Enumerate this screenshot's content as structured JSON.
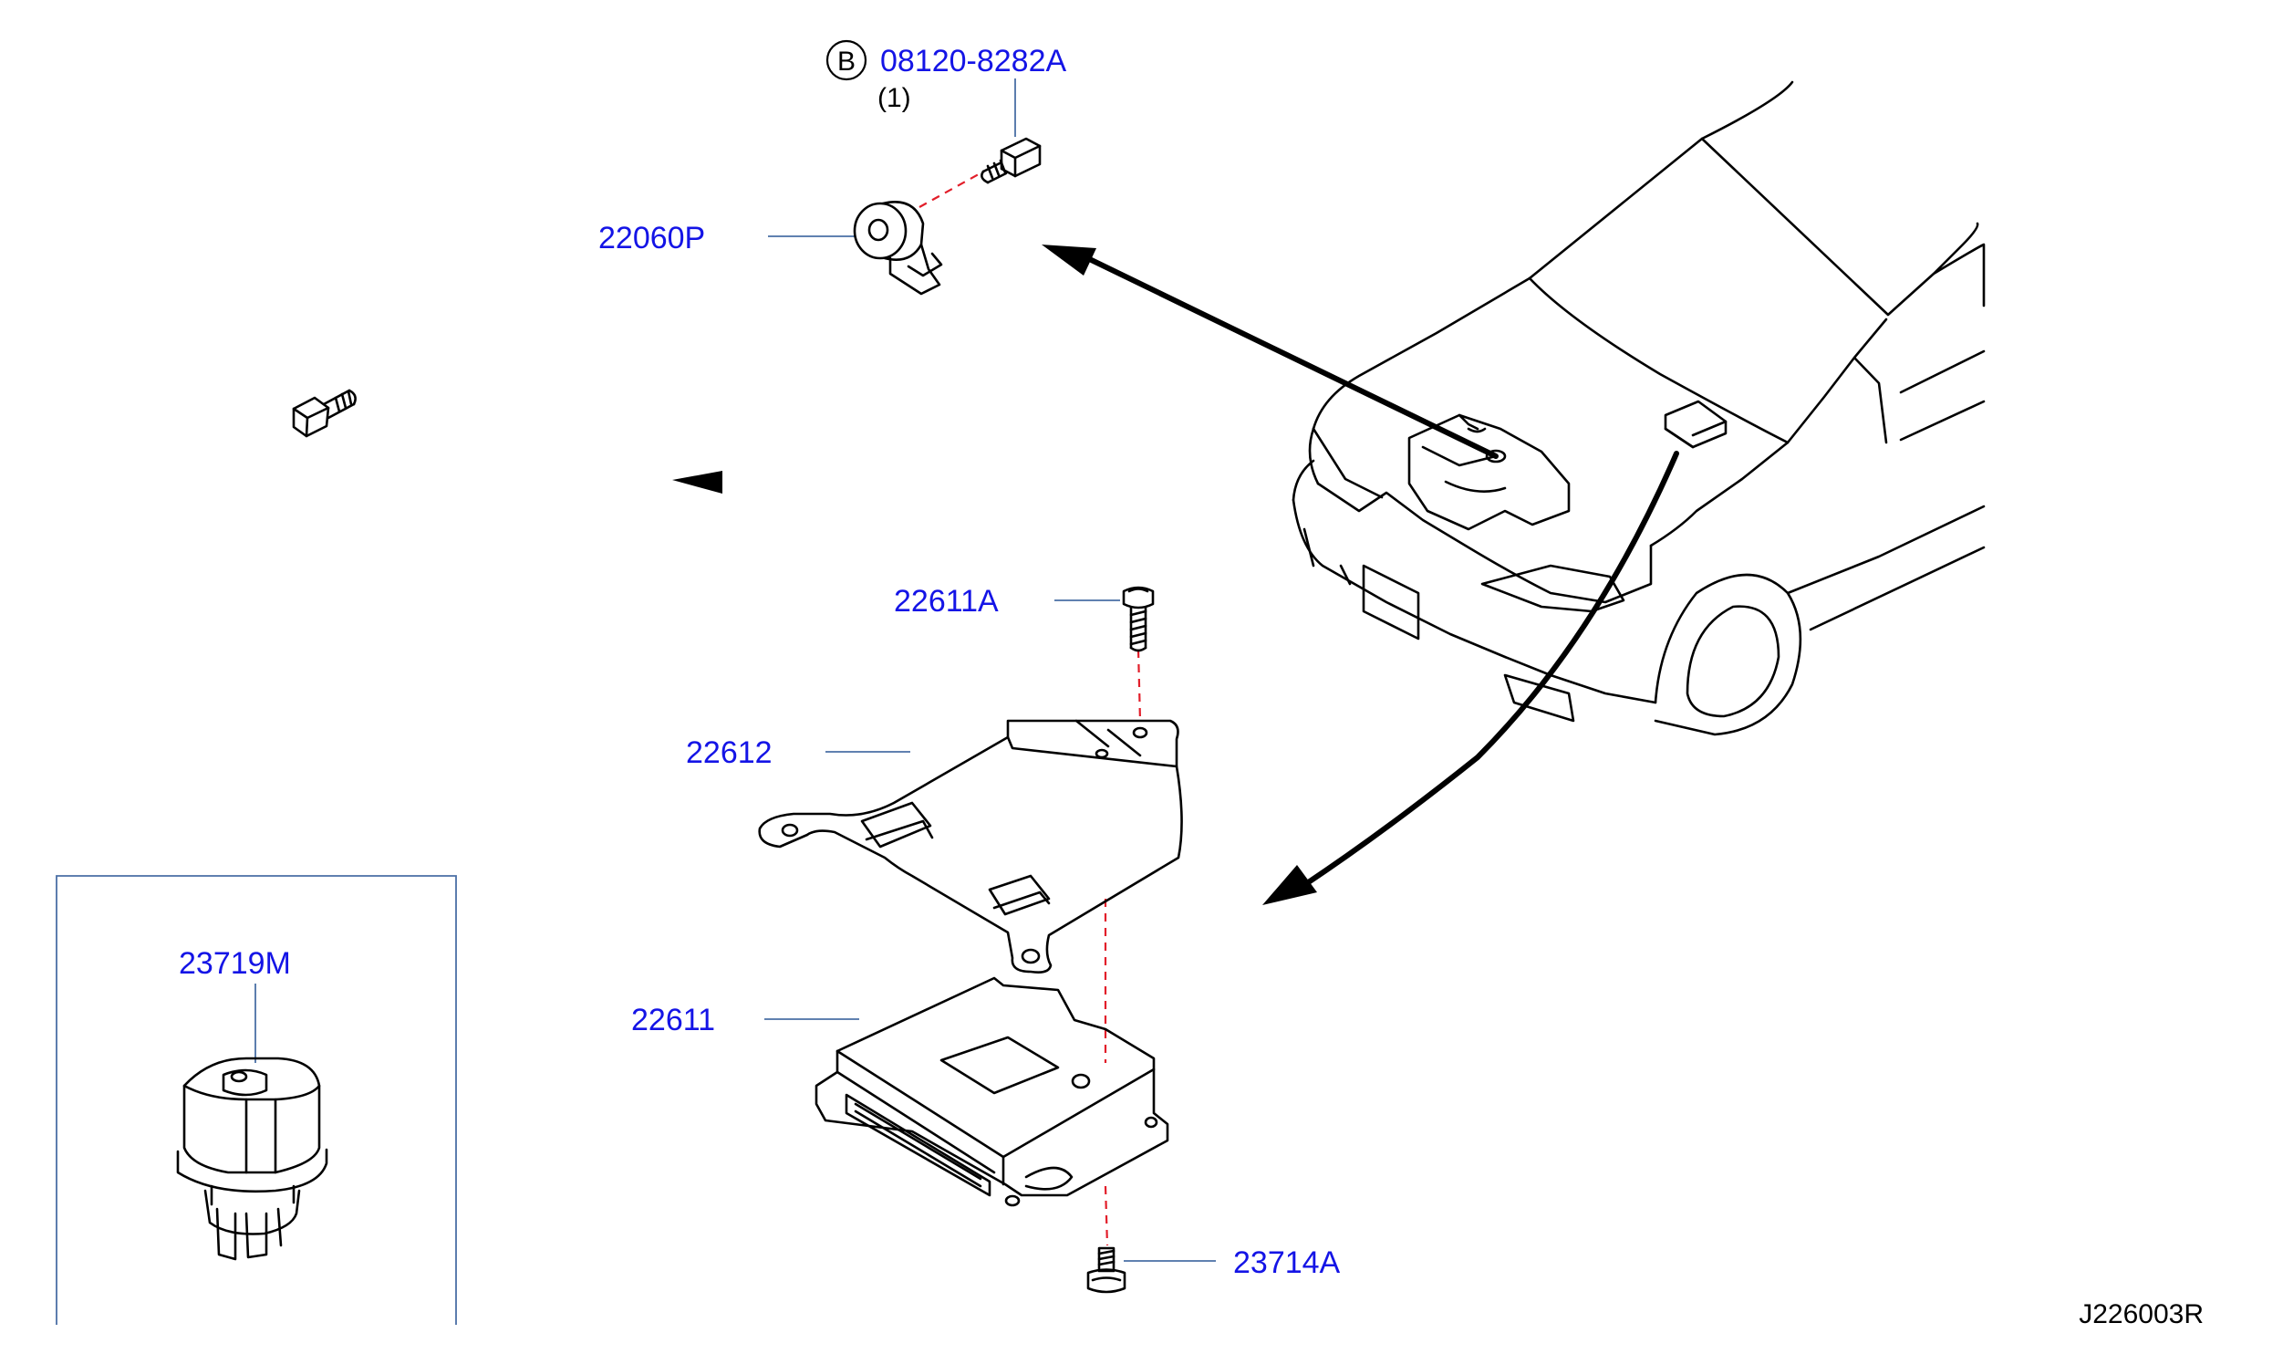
{
  "diagram": {
    "parts": [
      {
        "id": "bolt_b",
        "marker": "B",
        "part_number": "08120-8282A",
        "quantity": "(1)"
      },
      {
        "id": "knock_sensor",
        "part_number": "22060P"
      },
      {
        "id": "bracket_bolt",
        "part_number": "22611A"
      },
      {
        "id": "bracket",
        "part_number": "22612"
      },
      {
        "id": "control_unit",
        "part_number": "22611"
      },
      {
        "id": "unit_bolt",
        "part_number": "23714A"
      },
      {
        "id": "relay",
        "part_number": "23719M"
      }
    ],
    "drawing_code": "J226003R",
    "colors": {
      "callout_text": "#1414e6",
      "leader_line": "#4a6fa5",
      "alignment_dash": "#e21e2a",
      "linework": "#000000"
    }
  }
}
